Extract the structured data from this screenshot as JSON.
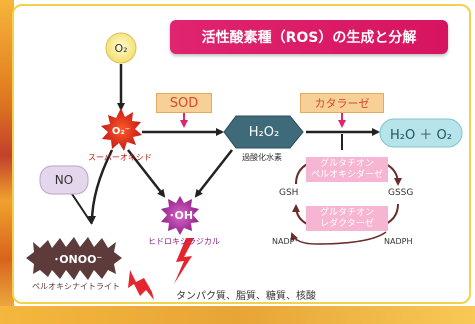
{
  "title": "活性酸素種（ROS）の生成と分解",
  "nodes": {
    "o2": "O₂",
    "superoxide": "O₂⁻",
    "superoxide_label": "スーパーオキシド",
    "h2o2": "H₂O₂",
    "h2o2_label": "過酸化水素",
    "products": "H₂O ＋ O₂",
    "no": "NO",
    "hydroxyl": "･OH",
    "hydroxyl_label": "ヒドロキシラジカル",
    "peroxynitrite": "･ONOO⁻",
    "peroxynitrite_label": "ペルオキシナイトライト",
    "gsh": "GSH",
    "gssg": "GSSG",
    "nadp": "NADP⁺",
    "nadph": "NADPH",
    "targets": "タンパク質、脂質、糖質、核酸"
  },
  "enzymes": {
    "sod": "SOD",
    "catalase": "カタラーゼ",
    "gpx_line1": "グルタチオン",
    "gpx_line2": "ペルオキシダーゼ",
    "gr_line1": "グルタチオン",
    "gr_line2": "レダクターゼ"
  },
  "colors": {
    "title_banner": "#d7145f",
    "enzyme_box": "#f7d098",
    "enzyme_text": "#d64a2b",
    "pink_box": "#f6b5d2",
    "h2o2_node": "#3f6a7a",
    "products_node": "#b7e3ea",
    "no_node": "#e4d6ec",
    "peroxynitrite_node": "#5e3b3b",
    "hydroxyl_node": "#b23ba0",
    "superoxide_node": "#e2261b",
    "o2_node": "#f6e98a",
    "lightning": "#e5262f"
  }
}
